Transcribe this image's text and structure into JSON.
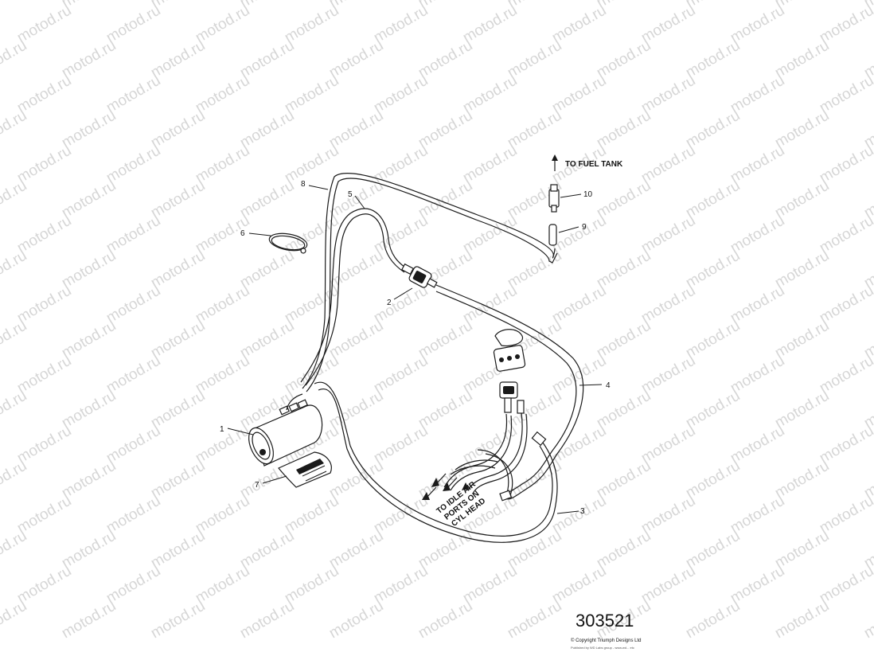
{
  "watermark": "motod.ru",
  "callouts": [
    "1",
    "2",
    "3",
    "4",
    "5",
    "6",
    "7",
    "8",
    "9",
    "10"
  ],
  "notes": {
    "to_fuel_tank": "TO FUEL TANK",
    "idle_air_line1": "TO IDLE AIR",
    "idle_air_line2": "PORTS ON",
    "idle_air_line3": "CYL HEAD"
  },
  "figure_number": "303521",
  "copyright": "© Copyright Triumph Designs Ltd",
  "fineprint": "Published by WD Labs group - www.wd... etc"
}
